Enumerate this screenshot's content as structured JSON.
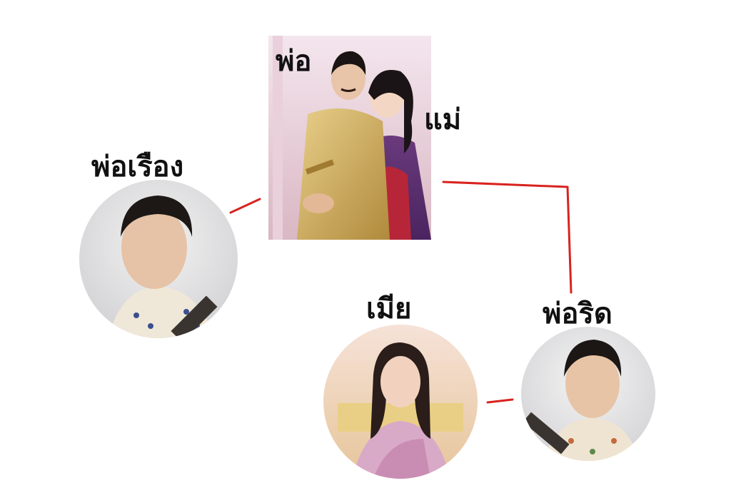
{
  "labels": {
    "father": "พ่อ",
    "mother": "แม่",
    "ruang": "พ่อเรือง",
    "wife": "เมีย",
    "rid": "พ่อริด"
  },
  "colors": {
    "connector": "#d9231f",
    "background": "#ffffff",
    "text": "#111111"
  },
  "nodes": [
    {
      "id": "parents",
      "caption_keys": [
        "father",
        "mother"
      ]
    },
    {
      "id": "ruang",
      "caption_key": "ruang"
    },
    {
      "id": "wife",
      "caption_key": "wife"
    },
    {
      "id": "rid",
      "caption_key": "rid"
    }
  ],
  "edges": [
    {
      "from": "ruang",
      "to": "parents"
    },
    {
      "from": "parents",
      "to": "rid"
    },
    {
      "from": "wife",
      "to": "rid"
    }
  ]
}
